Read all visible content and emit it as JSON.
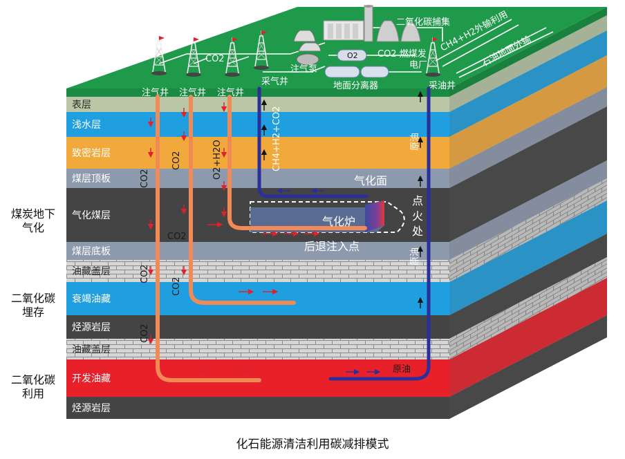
{
  "caption": "化石能源清洁利用碳减排模式",
  "side_labels": {
    "ucg": "煤炭地下\n气化",
    "storage": "二氧化碳\n埋存",
    "utilization": "二氧化碳\n利用"
  },
  "layers": [
    {
      "name": "表层",
      "color": "#b9c7a6"
    },
    {
      "name": "浅水层",
      "color": "#1f9fe0"
    },
    {
      "name": "致密岩层",
      "color": "#f2a93b"
    },
    {
      "name": "煤层顶板",
      "color": "#8d99ad"
    },
    {
      "name": "气化煤层",
      "color": "#444444"
    },
    {
      "name": "煤层底板",
      "color": "#8d99ad"
    },
    {
      "name": "油藏盖层",
      "color": "#d9d9d9"
    },
    {
      "name": "衰竭油藏",
      "color": "#1f9fe0"
    },
    {
      "name": "烃源岩层",
      "color": "#444444"
    },
    {
      "name": "油藏盖层",
      "color": "#d9d9d9"
    },
    {
      "name": "开发油藏",
      "color": "#e8202a"
    },
    {
      "name": "烃源岩层",
      "color": "#444444"
    }
  ],
  "surface": {
    "wells": [
      "注气井",
      "注气井",
      "注气井",
      "采气井",
      "采油井"
    ],
    "co2_label": "CO2",
    "o2_label": "O2",
    "co2_capture": "二氧化碳捕集",
    "power_plant_1": "CO2 燃煤发",
    "power_plant_2": "电厂",
    "gas_pump": "注气泵",
    "separator": "地面分离器",
    "ch4_export": "CH4+H2外输利用",
    "oil_export": "石油地面外输"
  },
  "annotations": {
    "gasification_face": "气化面",
    "ignition_point": "点\n火\n处",
    "gasifier": "气化炉",
    "retreat_point": "后退注入点",
    "crude_oil": "原油",
    "co2": "CO2",
    "o2_h2o": "O2+H2O",
    "ch4_h2_co2": "CH4+H2+CO2"
  },
  "colors": {
    "ground": "#1f9a4a",
    "co2_pipe": "#f28a55",
    "product_pipe": "#2a2f9a",
    "arrow_red": "#e0202a"
  }
}
